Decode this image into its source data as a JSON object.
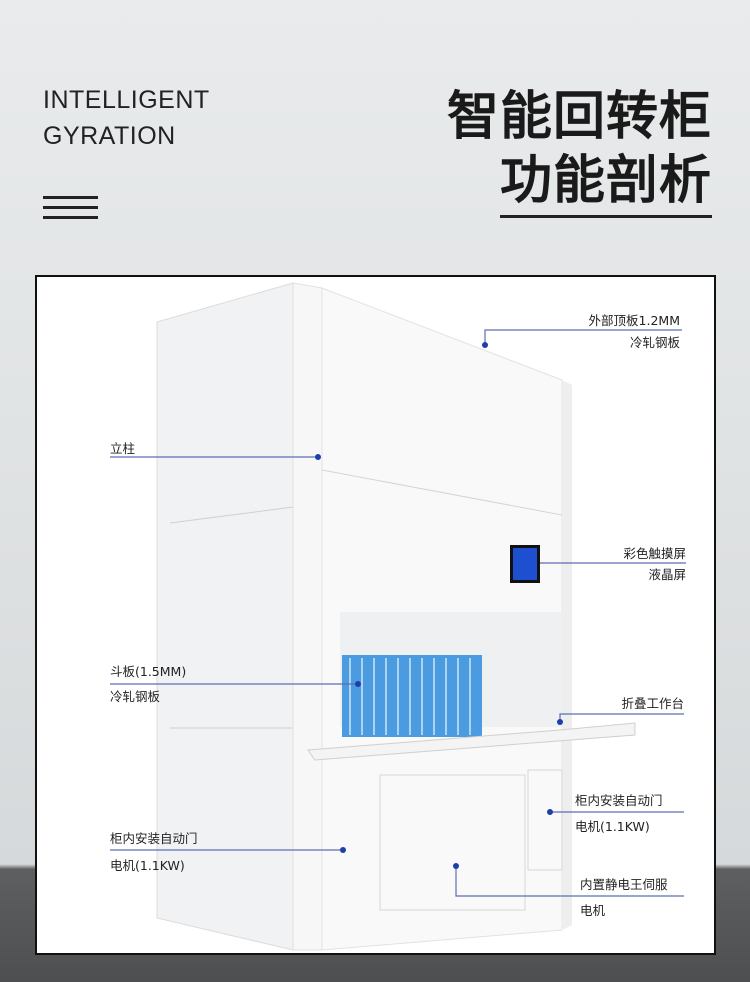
{
  "header": {
    "en_line1": "INTELLIGENT",
    "en_line2": "GYRATION",
    "cn_line1": "智能回转柜",
    "cn_line2": "功能剖析",
    "menu_icon": "hamburger-icon"
  },
  "callouts": {
    "top_panel": {
      "l1": "外部顶板1.2MM",
      "l2": "冷轧钢板"
    },
    "pillar": {
      "l1": "立柱"
    },
    "touchscreen": {
      "l1": "彩色触摸屏",
      "l2": "液晶屏"
    },
    "tray": {
      "l1": "斗板(1.5MM)",
      "l2": "冷轧钢板"
    },
    "workbench": {
      "l1": "折叠工作台"
    },
    "door_motor_right": {
      "l1": "柜内安装自动门",
      "l2": "电机(1.1KW)"
    },
    "door_motor_left": {
      "l1": "柜内安装自动门",
      "l2": "电机(1.1KW)"
    },
    "servo_motor": {
      "l1": "内置静电王伺服",
      "l2": "电机"
    }
  },
  "colors": {
    "accent": "#1f3fa8",
    "line": "#5b6fb0"
  }
}
